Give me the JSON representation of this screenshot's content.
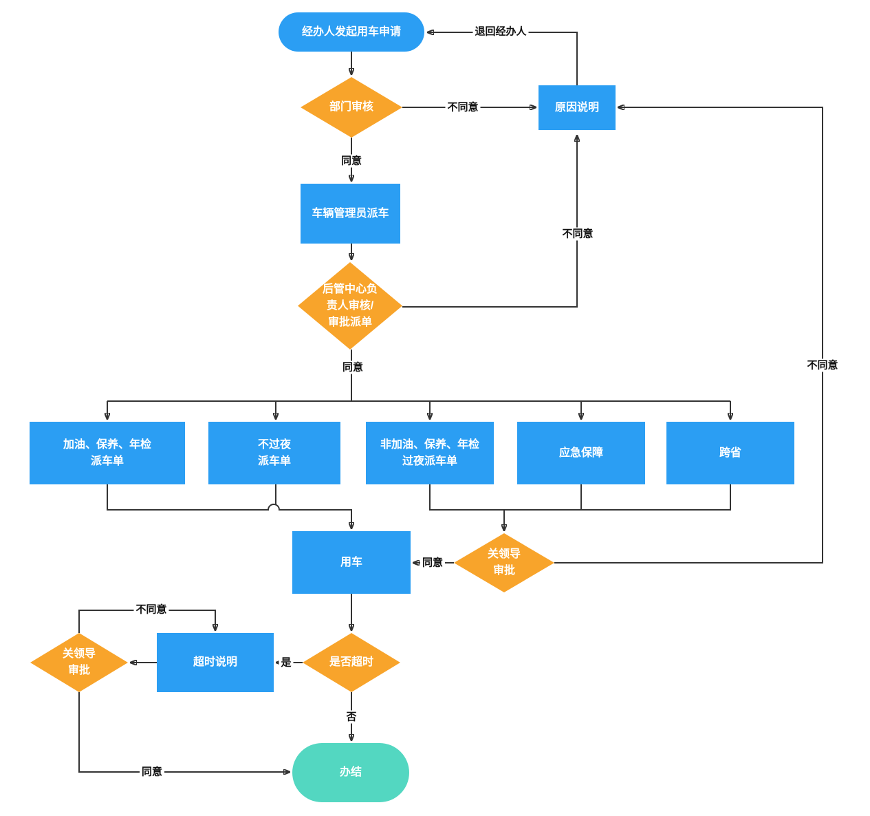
{
  "colors": {
    "process_blue": "#2B9EF3",
    "decision_orange": "#F8A42B",
    "terminal_teal": "#53D7C1",
    "connector_line": "#333333",
    "edge_label_text": "#111111",
    "node_text": "#ffffff"
  },
  "nodes": {
    "start": {
      "label": "经办人发起用车申请",
      "shape": "rounded-start"
    },
    "dept_review": {
      "label": "部门审核",
      "shape": "decision"
    },
    "reason": {
      "label": "原因说明",
      "shape": "process"
    },
    "dispatch": {
      "label": "车辆管理员派车",
      "shape": "process"
    },
    "center_review": {
      "label": "后管中心负\n责人审核/\n审批派单",
      "shape": "decision"
    },
    "order_fuel": {
      "label": "加油、保养、年检\n派车单",
      "shape": "process"
    },
    "order_no_overnight": {
      "label": "不过夜\n派车单",
      "shape": "process"
    },
    "order_overnight": {
      "label": "非加油、保养、年检\n过夜派车单",
      "shape": "process"
    },
    "emergency": {
      "label": "应急保障",
      "shape": "process"
    },
    "cross_province": {
      "label": "跨省",
      "shape": "process"
    },
    "use_car": {
      "label": "用车",
      "shape": "process"
    },
    "leader_approve_right": {
      "label": "关领导\n审批",
      "shape": "decision"
    },
    "overtime_check": {
      "label": "是否超时",
      "shape": "decision"
    },
    "overtime_note": {
      "label": "超时说明",
      "shape": "process"
    },
    "leader_approve_left": {
      "label": "关领导\n审批",
      "shape": "decision"
    },
    "finish": {
      "label": "办结",
      "shape": "terminal"
    }
  },
  "edge_labels": {
    "return_to_agent": "退回经办人",
    "dept_disagree": "不同意",
    "dept_agree": "同意",
    "center_disagree": "不同意",
    "center_agree": "同意",
    "leader_right_agree": "同意",
    "leader_right_disagree": "不同意",
    "overtime_yes": "是",
    "overtime_no": "否",
    "leader_left_disagree": "不同意",
    "leader_left_agree": "同意"
  }
}
